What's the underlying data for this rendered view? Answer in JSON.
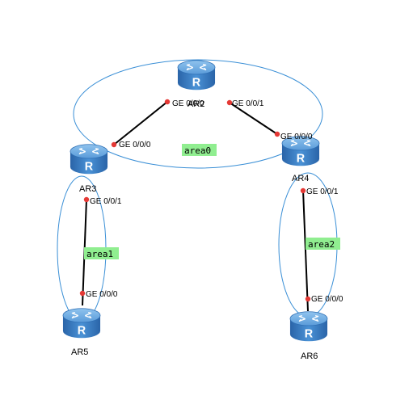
{
  "areas": {
    "area0": {
      "label": "area0",
      "color": "#90ee90"
    },
    "area1": {
      "label": "area1",
      "color": "#90ee90"
    },
    "area2": {
      "label": "area2",
      "color": "#90ee90"
    }
  },
  "devices": {
    "ar2": {
      "name": "AR2"
    },
    "ar3": {
      "name": "AR3"
    },
    "ar4": {
      "name": "AR4"
    },
    "ar5": {
      "name": "AR5"
    },
    "ar6": {
      "name": "AR6"
    }
  },
  "ports": {
    "ar2_ge000": "GE 0/0/0",
    "ar2_ge001": "GE 0/0/1",
    "ar3_ge000": "GE 0/0/0",
    "ar3_ge001": "GE 0/0/1",
    "ar4_ge000": "GE 0/0/0",
    "ar4_ge001": "GE 0/0/1",
    "ar5_ge000": "GE 0/0/0",
    "ar6_ge000": "GE 0/0/0"
  },
  "colors": {
    "link": "#000000",
    "port_dot": "#e53935",
    "area_outline": "#3a8fd6",
    "router_body": "#3d7fc4"
  },
  "icons": [
    "router-icon"
  ]
}
